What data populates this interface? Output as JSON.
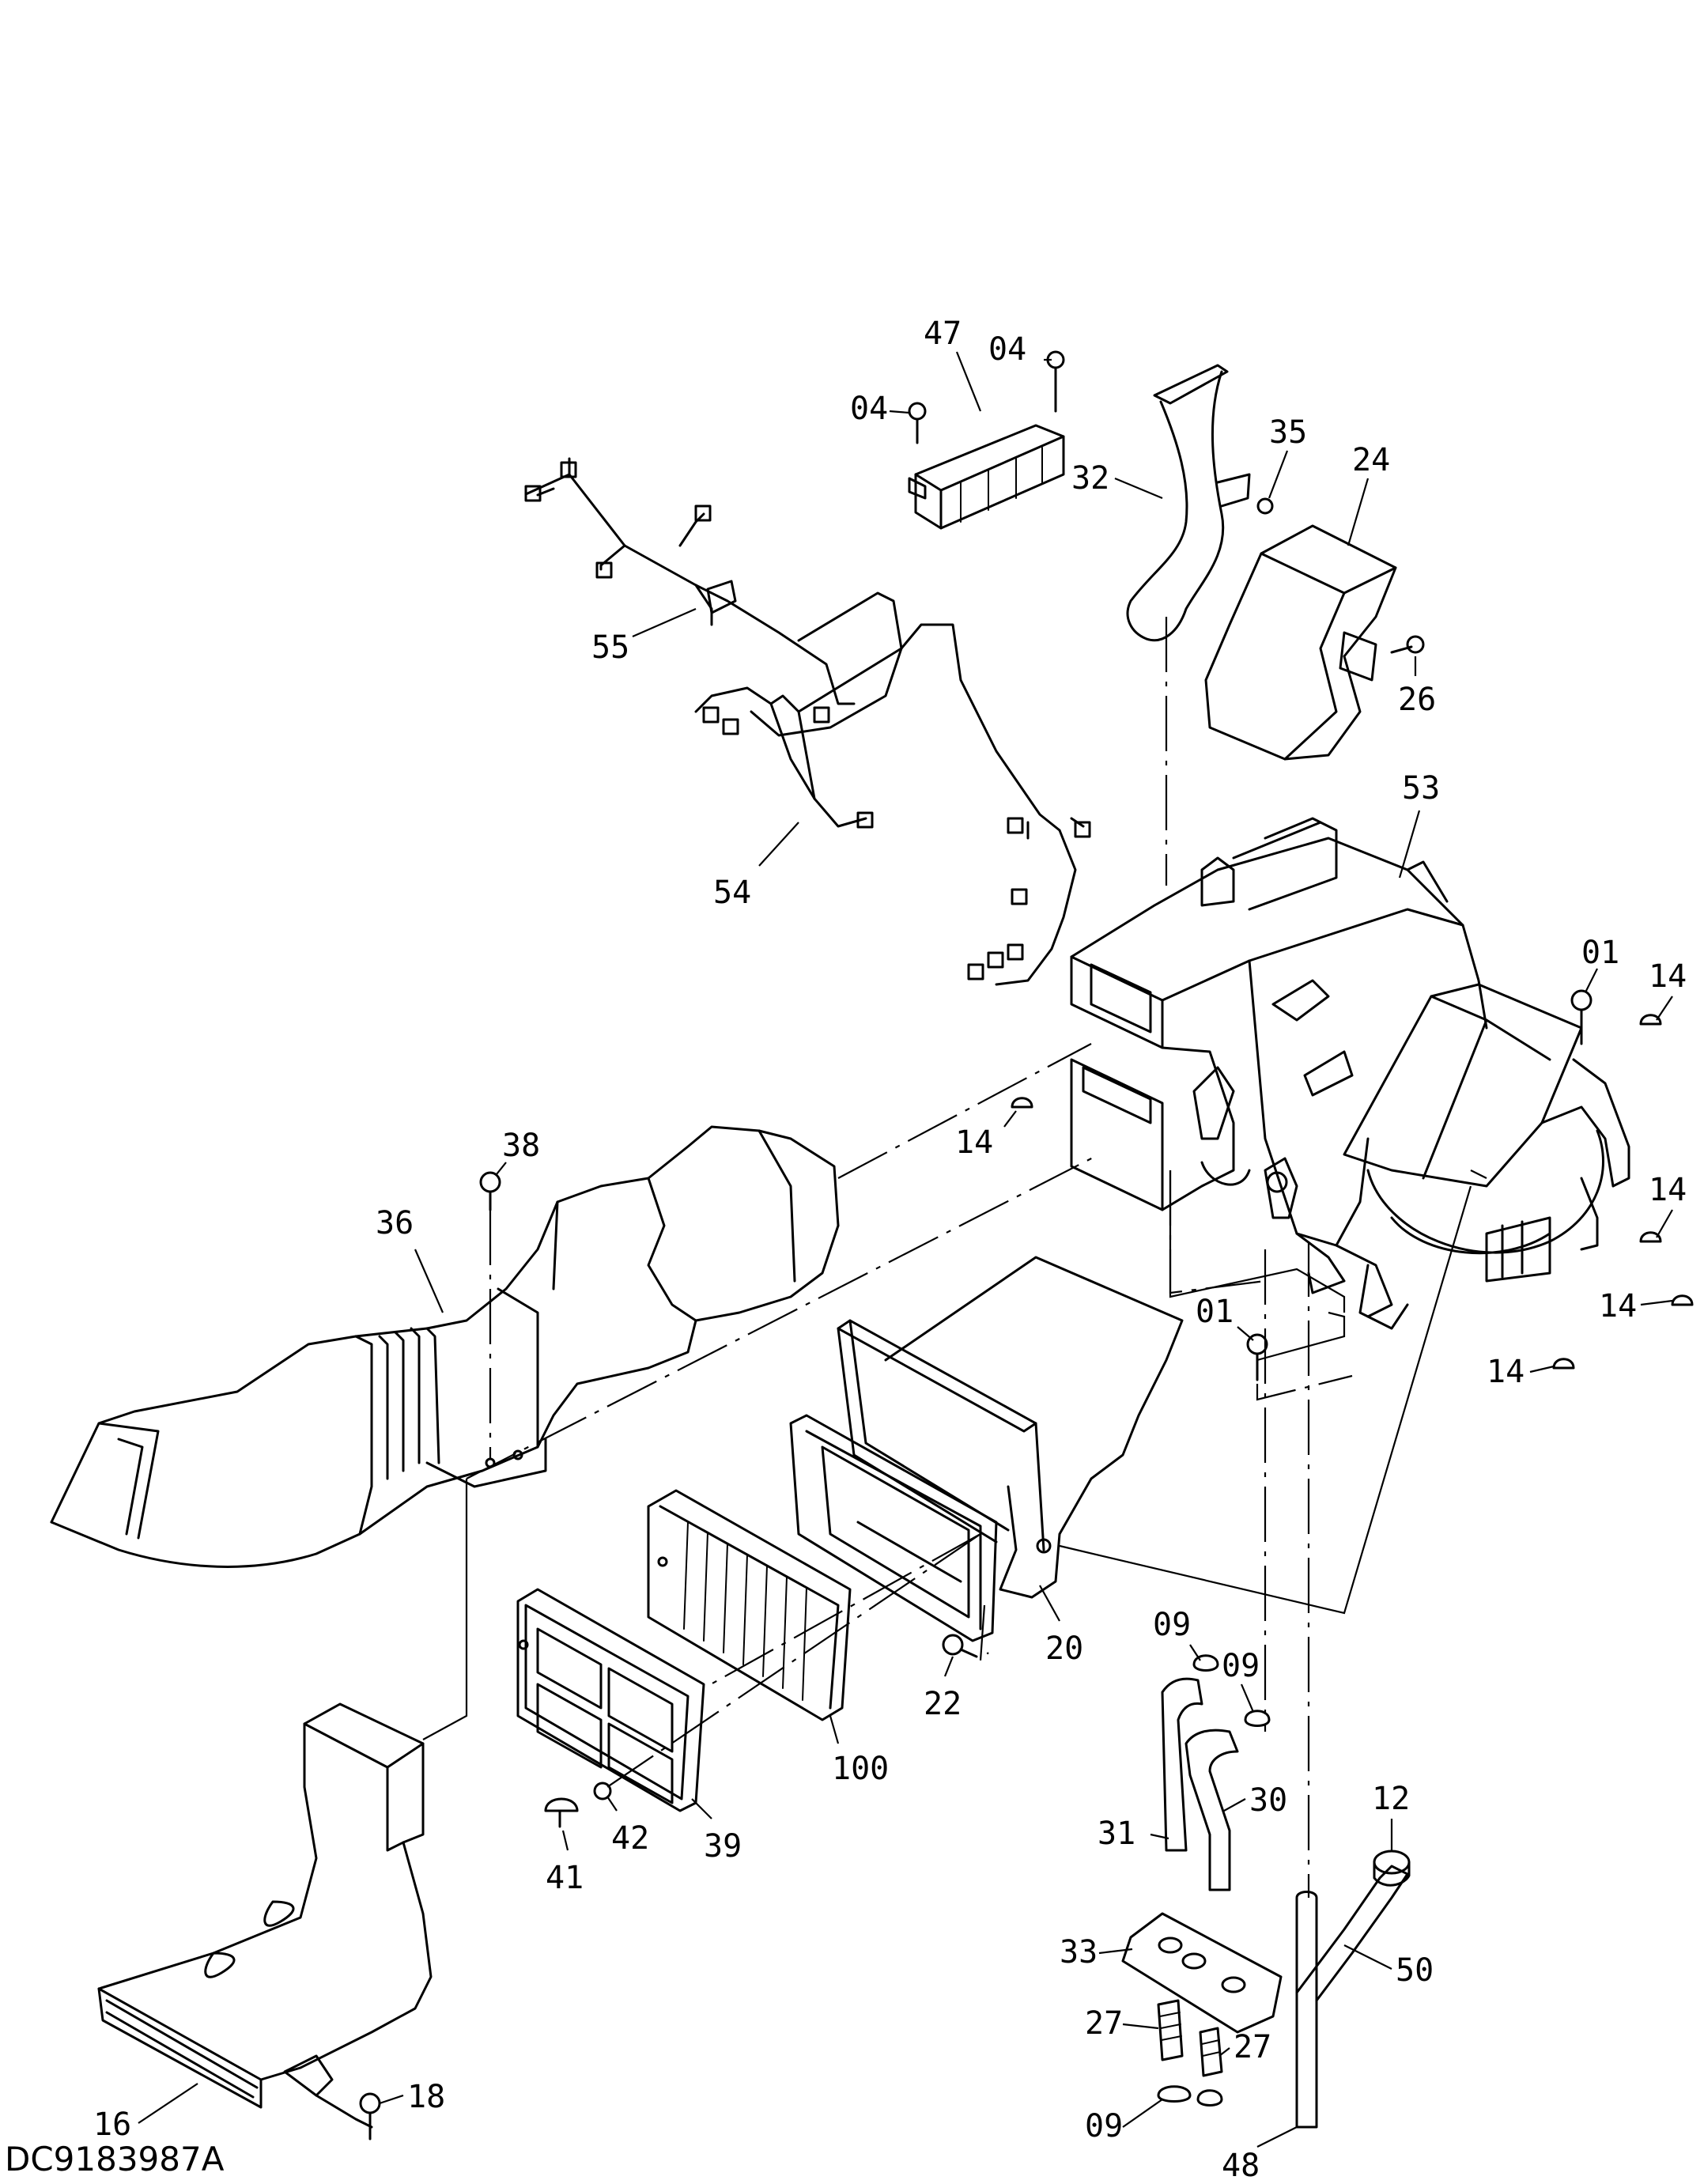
{
  "drawing_code": "DC9183987A",
  "callouts": [
    {
      "id": "c47",
      "text": "47"
    },
    {
      "id": "c04a",
      "text": "04"
    },
    {
      "id": "c04b",
      "text": "04"
    },
    {
      "id": "c32",
      "text": "32"
    },
    {
      "id": "c35",
      "text": "35"
    },
    {
      "id": "c24",
      "text": "24"
    },
    {
      "id": "c26",
      "text": "26"
    },
    {
      "id": "c55",
      "text": "55"
    },
    {
      "id": "c54",
      "text": "54"
    },
    {
      "id": "c53",
      "text": "53"
    },
    {
      "id": "c01a",
      "text": "01"
    },
    {
      "id": "c14a",
      "text": "14"
    },
    {
      "id": "c14b",
      "text": "14"
    },
    {
      "id": "c14c",
      "text": "14"
    },
    {
      "id": "c14d",
      "text": "14"
    },
    {
      "id": "c14e",
      "text": "14"
    },
    {
      "id": "c01b",
      "text": "01"
    },
    {
      "id": "c38",
      "text": "38"
    },
    {
      "id": "c36",
      "text": "36"
    },
    {
      "id": "c20",
      "text": "20"
    },
    {
      "id": "c22",
      "text": "22"
    },
    {
      "id": "c100",
      "text": "100"
    },
    {
      "id": "c39",
      "text": "39"
    },
    {
      "id": "c41",
      "text": "41"
    },
    {
      "id": "c42",
      "text": "42"
    },
    {
      "id": "c09a",
      "text": "09"
    },
    {
      "id": "c09b",
      "text": "09"
    },
    {
      "id": "c30",
      "text": "30"
    },
    {
      "id": "c31",
      "text": "31"
    },
    {
      "id": "c12",
      "text": "12"
    },
    {
      "id": "c33",
      "text": "33"
    },
    {
      "id": "c50",
      "text": "50"
    },
    {
      "id": "c27a",
      "text": "27"
    },
    {
      "id": "c27b",
      "text": "27"
    },
    {
      "id": "c09c",
      "text": "09"
    },
    {
      "id": "c48",
      "text": "48"
    },
    {
      "id": "c16",
      "text": "16"
    },
    {
      "id": "c18",
      "text": "18"
    }
  ]
}
